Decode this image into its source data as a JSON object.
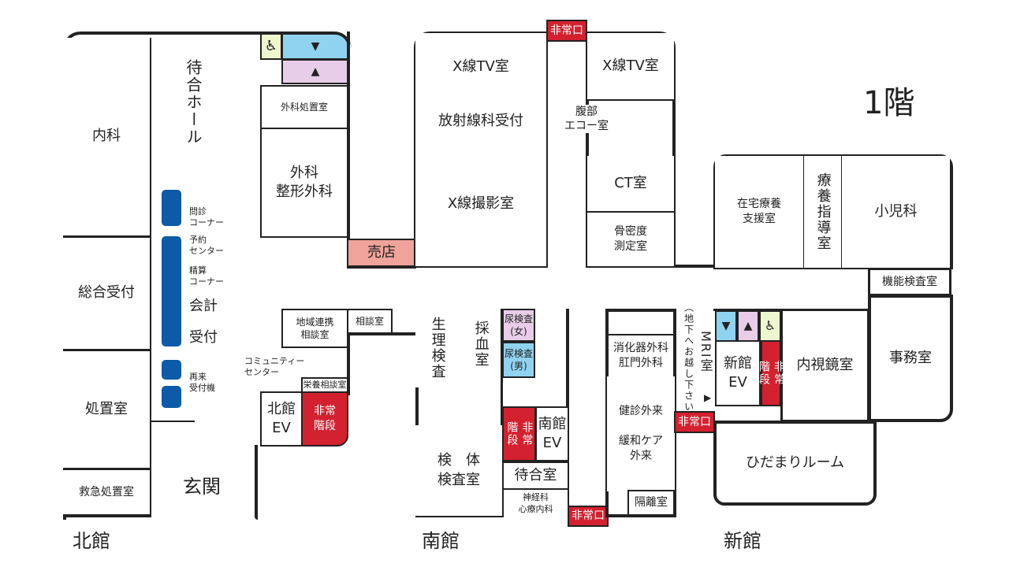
{
  "floor_label": "1階",
  "buildings": {
    "north": "北館",
    "south": "南館",
    "new": "新館"
  },
  "north": {
    "internal_medicine": "内科",
    "general_reception": "総合受付",
    "treatment": "処置室",
    "emergency_treatment": "救急処置室",
    "waiting_hall": "待合ホール",
    "entrance": "玄関",
    "consult_corner": "問診\nコーナー",
    "reservation_center": "予約\nセンター",
    "payment_corner": "精算\nコーナー",
    "accounting": "会計",
    "reception": "受付",
    "revisit_machine": "再来\n受付機",
    "surgery_treatment": "外科処置室",
    "surgery": "外科\n整形外科",
    "shop": "売店",
    "regional_consult": "地域連携\n相談室",
    "consult_room": "相談室",
    "community_center": "コミュニティー\nセンター",
    "nutrition_consult": "栄養相談室",
    "ev": "北館\nEV",
    "emergency_stairs": "非常\n階段"
  },
  "south": {
    "emergency_exit_top": "非常口",
    "xray_tv_1": "X線TV室",
    "radiology_reception": "放射線科受付",
    "xray_room": "X線撮影室",
    "xray_tv_2": "X線TV室",
    "abdominal_echo": "腹部\nエコー室",
    "ct": "CT室",
    "bone_density": "骨密度\n測定室",
    "physiology": "生理検査",
    "blood_collection": "採血室",
    "urine_female": "尿検査\n(女)",
    "urine_male": "尿検査\n(男)",
    "emergency_stairs": "非常\n階段",
    "ev": "南館\nEV",
    "specimen": "検　体\n検査室",
    "waiting_room": "待合室",
    "psychiatry": "神経科\n心療内科",
    "emergency_exit_bottom": "非常口"
  },
  "middle": {
    "gastro": "消化器外科\n肛門外科",
    "checkup": "健診外来\n\n緩和ケア\n外来",
    "isolation": "隔離室",
    "mri": "MRI室",
    "mri_note": "（地下へお越し下さい）",
    "mri_arrow": "▶",
    "emergency_exit": "非常口"
  },
  "new": {
    "home_care": "在宅療養\n支援室",
    "guidance": "療養指導室",
    "pediatrics": "小児科",
    "function_test": "機能検査室",
    "office": "事務室",
    "endoscopy": "内視鏡室",
    "ev": "新館\nEV",
    "emergency_stairs": "非常\n階段",
    "hidamari": "ひだまりルーム"
  },
  "icons": {
    "male": "▼",
    "female": "▲",
    "accessible": "♿"
  }
}
